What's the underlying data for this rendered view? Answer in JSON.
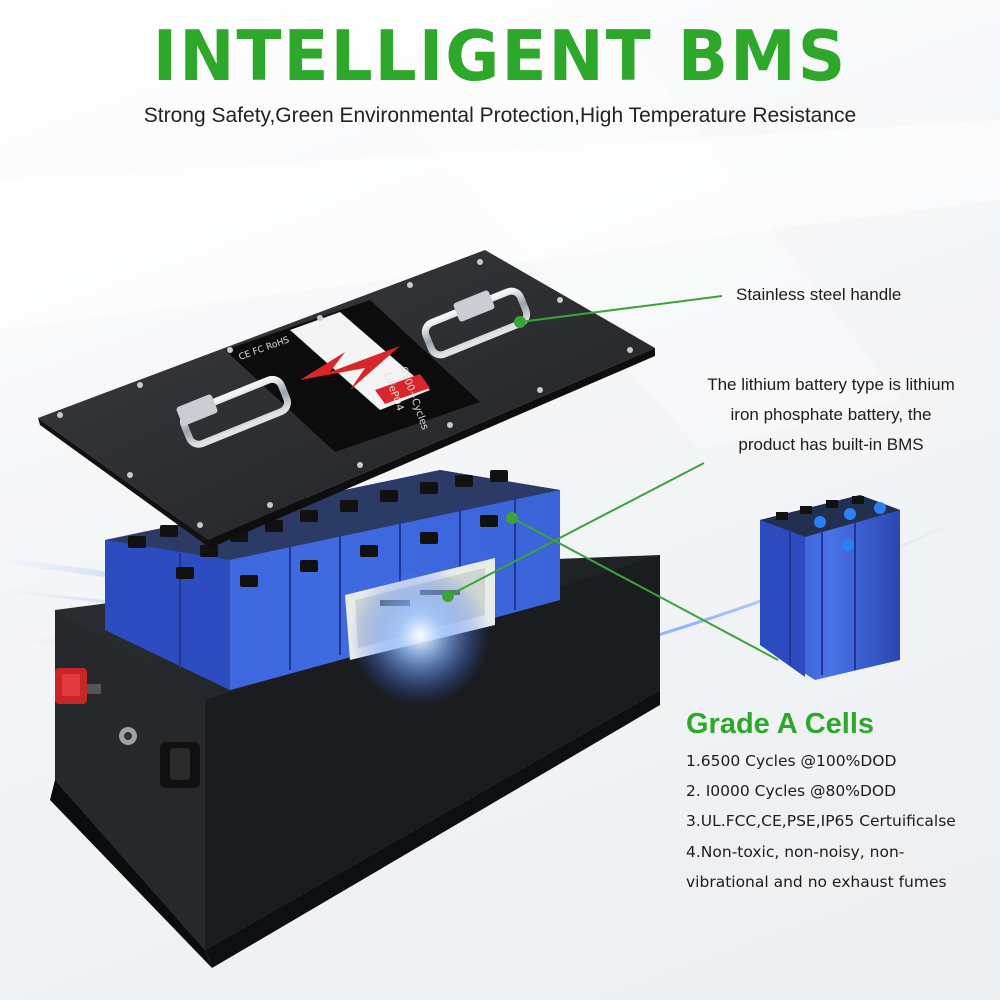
{
  "header": {
    "title": "INTELLIGENT BMS",
    "subtitle": "Strong Safety,Green Environmental Protection,High Temperature Resistance"
  },
  "callouts": {
    "handle": "Stainless steel handle",
    "lithium_line1": "The lithium battery type is lithium",
    "lithium_line2": "iron phosphate battery, the",
    "lithium_line3": "product has built-in BMS"
  },
  "grade": {
    "title": "Grade A Cells",
    "features": [
      "1.6500 Cycles @100%DOD",
      "2. I0000 Cycles @80%DOD",
      "3.UL.FCC,CE,PSE,IP65 Certuificalse",
      "4.Non-toxic, non-noisy, non-",
      "vibrational and no exhaust fumes"
    ]
  },
  "label": {
    "marks": "CE FC RoHS",
    "cycles": "6500+Cycles",
    "chem": "LiFePO4"
  },
  "colors": {
    "accent": "#2ea82a",
    "cell_blue": "#3a62d8",
    "case": "#1d1f22"
  }
}
